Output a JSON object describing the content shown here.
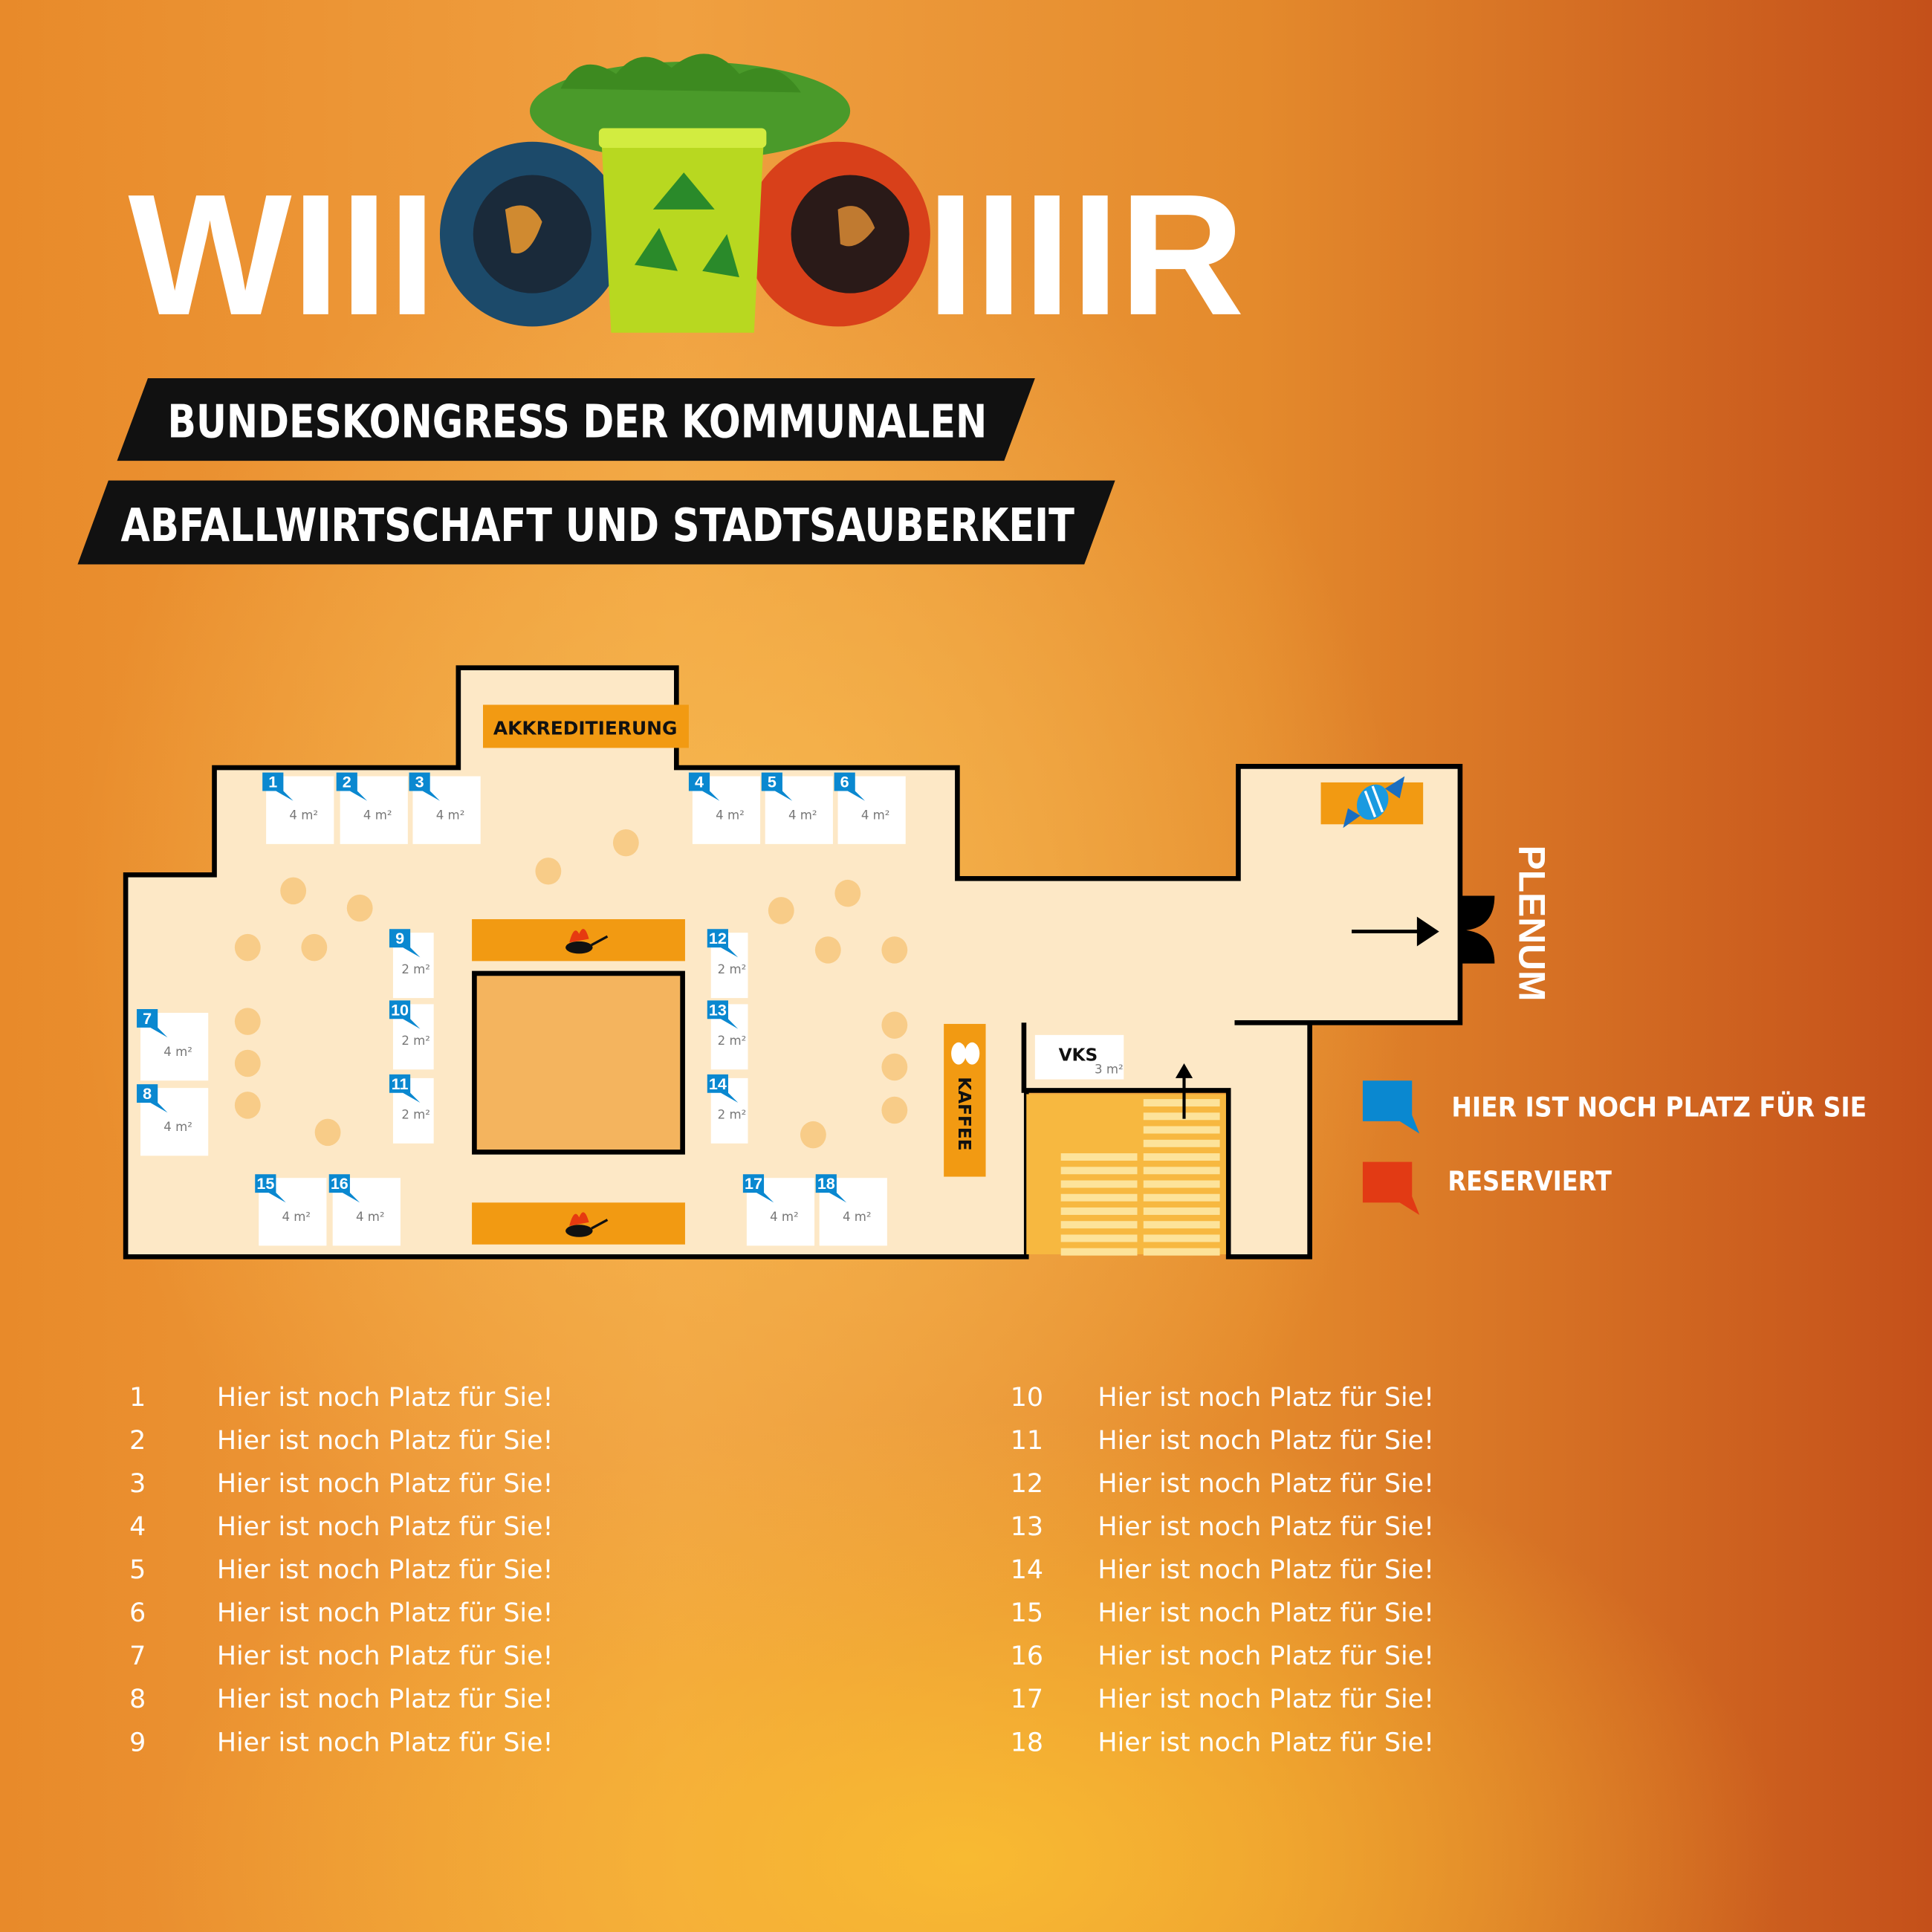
{
  "header": {
    "title_left": "WIII",
    "title_right": "IIIIR",
    "banner_line1": "BUNDESKONGRESS DER KOMMUNALEN",
    "banner_line2": "ABFALLWIRTSCHAFT UND STADTSAUBERKEIT"
  },
  "floorplan": {
    "akkreditierung": "AKKREDITIERUNG",
    "kaffee": "KAFFEE",
    "vks": "VKS",
    "vks_size": "3 m²",
    "plenum": "PLENUM",
    "booths": [
      {
        "number": "1",
        "size": "4 m²"
      },
      {
        "number": "2",
        "size": "4 m²"
      },
      {
        "number": "3",
        "size": "4 m²"
      },
      {
        "number": "4",
        "size": "4 m²"
      },
      {
        "number": "5",
        "size": "4 m²"
      },
      {
        "number": "6",
        "size": "4 m²"
      },
      {
        "number": "7",
        "size": "4 m²"
      },
      {
        "number": "8",
        "size": "4 m²"
      },
      {
        "number": "9",
        "size": "2 m²"
      },
      {
        "number": "10",
        "size": "2 m²"
      },
      {
        "number": "11",
        "size": "2 m²"
      },
      {
        "number": "12",
        "size": "2 m²"
      },
      {
        "number": "13",
        "size": "2 m²"
      },
      {
        "number": "14",
        "size": "2 m²"
      },
      {
        "number": "15",
        "size": "4 m²"
      },
      {
        "number": "16",
        "size": "4 m²"
      },
      {
        "number": "17",
        "size": "4 m²"
      },
      {
        "number": "18",
        "size": "4 m²"
      }
    ]
  },
  "legend": {
    "available": "HIER IST NOCH PLATZ FÜR SIE",
    "reserved": "RESERVIERT",
    "available_color": "#0a88d0",
    "reserved_color": "#e23a14"
  },
  "list": [
    {
      "number": "1",
      "text": "Hier ist noch Platz für Sie!"
    },
    {
      "number": "2",
      "text": "Hier ist noch Platz für Sie!"
    },
    {
      "number": "3",
      "text": "Hier ist noch Platz für Sie!"
    },
    {
      "number": "4",
      "text": "Hier ist noch Platz für Sie!"
    },
    {
      "number": "5",
      "text": "Hier ist noch Platz für Sie!"
    },
    {
      "number": "6",
      "text": "Hier ist noch Platz für Sie!"
    },
    {
      "number": "7",
      "text": "Hier ist noch Platz für Sie!"
    },
    {
      "number": "8",
      "text": "Hier ist noch Platz für Sie!"
    },
    {
      "number": "9",
      "text": "Hier ist noch Platz für Sie!"
    },
    {
      "number": "10",
      "text": "Hier ist noch Platz für Sie!"
    },
    {
      "number": "11",
      "text": "Hier ist noch Platz für Sie!"
    },
    {
      "number": "12",
      "text": "Hier ist noch Platz für Sie!"
    },
    {
      "number": "13",
      "text": "Hier ist noch Platz für Sie!"
    },
    {
      "number": "14",
      "text": "Hier ist noch Platz für Sie!"
    },
    {
      "number": "15",
      "text": "Hier ist noch Platz für Sie!"
    },
    {
      "number": "16",
      "text": "Hier ist noch Platz für Sie!"
    },
    {
      "number": "17",
      "text": "Hier ist noch Platz für Sie!"
    },
    {
      "number": "18",
      "text": "Hier ist noch Platz für Sie!"
    }
  ]
}
